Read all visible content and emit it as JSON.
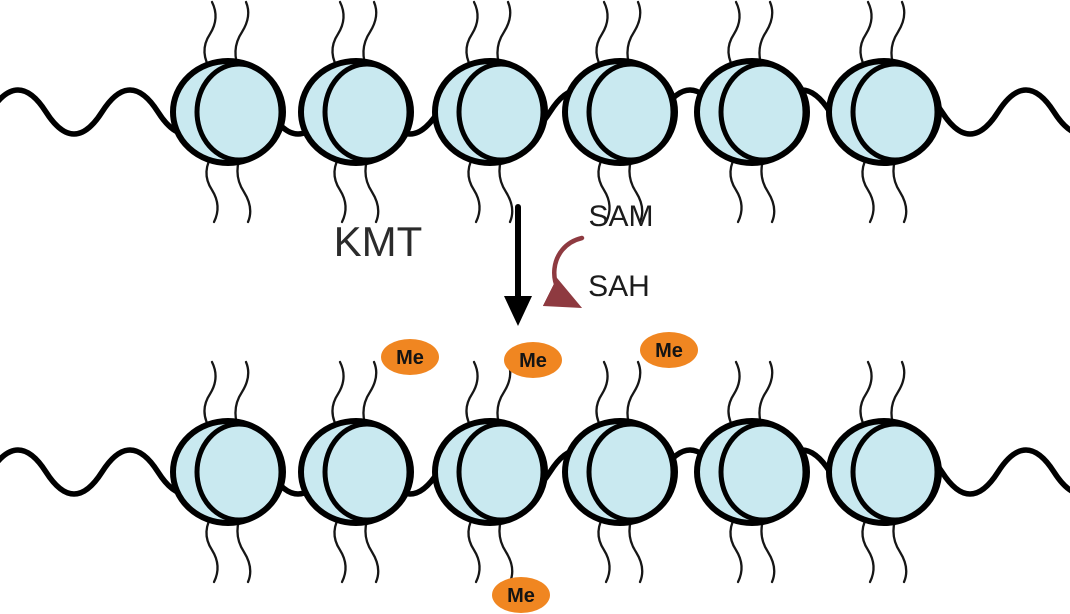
{
  "diagram": {
    "enzyme_label": "KMT",
    "cofactor_in_label": "SAM",
    "cofactor_out_label": "SAH",
    "methyl_label": "Me"
  },
  "colors": {
    "nucleosome_fill": "#c9e9f0",
    "nucleosome_outline": "#000000",
    "dna_strand": "#000000",
    "methyl_fill": "#f08621",
    "methyl_text": "#141414",
    "reaction_arrow": "#000000",
    "cofactor_arrow": "#8e3a40",
    "label_text": "#2b2b2b"
  },
  "structure": {
    "rows": 2,
    "nucleosomes_per_row": 6,
    "methyl_groups_above_bottom_row": 3,
    "methyl_groups_below_bottom_row": 1
  }
}
